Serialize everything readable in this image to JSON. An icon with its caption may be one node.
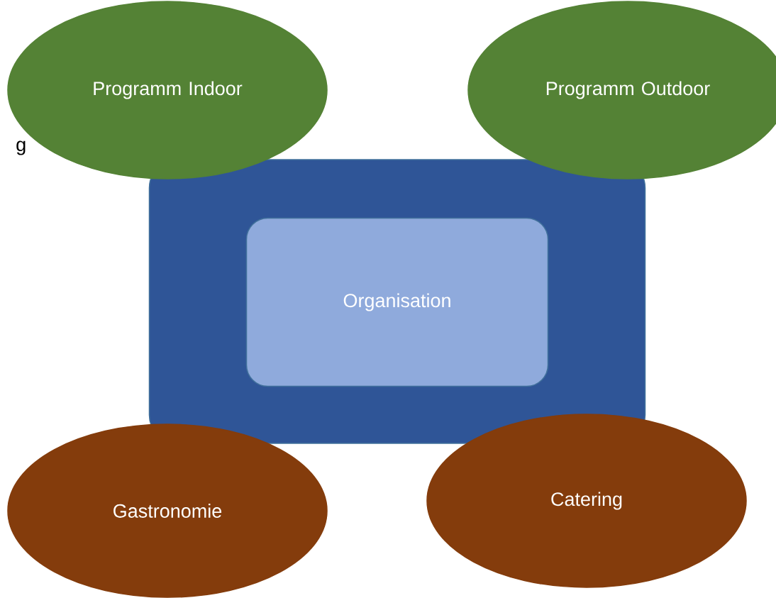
{
  "diagram": {
    "nodes": [
      {
        "text": [
          "Programm Indoor"
        ]
      },
      {
        "text": [
          "Programm Outdoor"
        ]
      },
      {
        "text": [],
        "shape": "box"
      },
      {
        "text": [
          "Organisation"
        ],
        "in": 2
      },
      {
        "text": [
          "Gastronomie"
        ]
      },
      {
        "text": [
          "Catering"
        ]
      }
    ],
    "labels": [
      "g"
    ]
  }
}
